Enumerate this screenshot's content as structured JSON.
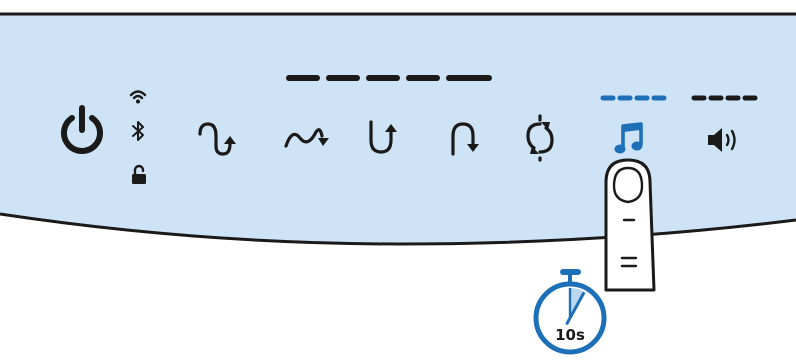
{
  "control_panel": {
    "buttons": [
      {
        "id": "power",
        "icon": "power-icon"
      },
      {
        "id": "mode-1",
        "icon": "cycle-curve-up-icon"
      },
      {
        "id": "mode-2",
        "icon": "wave-arrow-icon"
      },
      {
        "id": "mode-3",
        "icon": "u-turn-up-icon"
      },
      {
        "id": "mode-4",
        "icon": "arch-down-icon"
      },
      {
        "id": "mode-5",
        "icon": "loop-refresh-icon"
      },
      {
        "id": "music",
        "icon": "music-note-icon",
        "highlighted": true
      },
      {
        "id": "volume",
        "icon": "speaker-volume-icon"
      }
    ],
    "status_icons": [
      "wifi-icon",
      "bluetooth-icon",
      "unlocked-padlock-icon"
    ],
    "level_indicators": {
      "modes_segments": 5,
      "music_segments": 4,
      "volume_segments": 4
    }
  },
  "instruction": {
    "action": "press-and-hold",
    "target": "music",
    "timer_label": "10s",
    "timer_progress_fraction": 0.08
  },
  "colors": {
    "panel_fill": "#cfe3f6",
    "outline": "#1a1a1a",
    "accent_blue": "#1d6fb8",
    "timer_blue": "#1d6fb8",
    "timer_wedge": "#bcd6ee"
  }
}
